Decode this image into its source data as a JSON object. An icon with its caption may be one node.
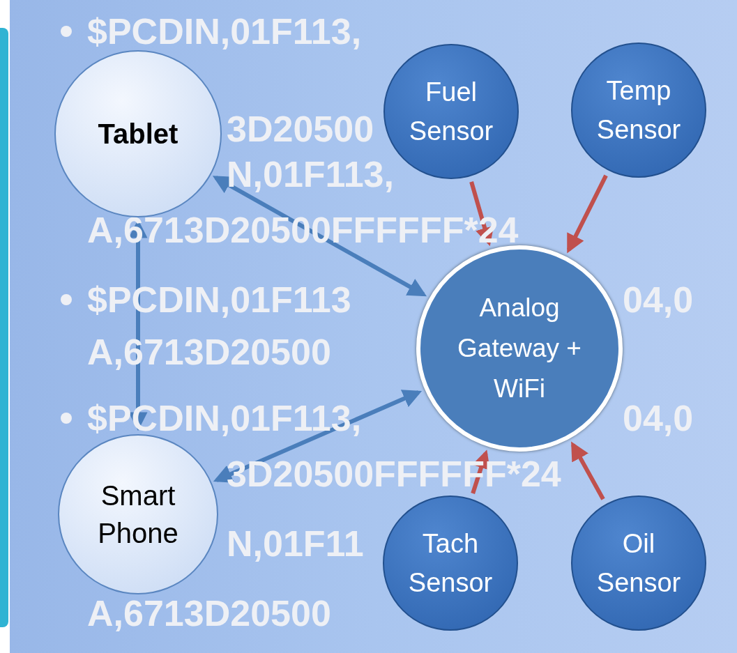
{
  "diagram": {
    "nodes": [
      {
        "text": [
          "Tablet"
        ]
      },
      {
        "text": [
          "Smart Phone"
        ]
      },
      {
        "text": [
          "Fuel Sensor"
        ]
      },
      {
        "text": [
          "Temp Sensor"
        ]
      },
      {
        "text": [
          "Analog Gateway + WiFi"
        ]
      },
      {
        "text": [
          "Tach Sensor"
        ]
      },
      {
        "text": [
          "Oil Sensor"
        ]
      }
    ],
    "edges": [
      {
        "from": 0,
        "to": 4,
        "arrow": "both",
        "color": "#4a7ebb"
      },
      {
        "from": 0,
        "to": 1,
        "arrow": "both",
        "color": "#4a7ebb"
      },
      {
        "from": 1,
        "to": 4,
        "arrow": "both",
        "color": "#4a7ebb"
      },
      {
        "from": 2,
        "to": 4,
        "arrow": "to",
        "color": "#c0504d"
      },
      {
        "from": 3,
        "to": 4,
        "arrow": "to",
        "color": "#c0504d"
      },
      {
        "from": 5,
        "to": 4,
        "arrow": "to",
        "color": "#c0504d"
      },
      {
        "from": 6,
        "to": 4,
        "arrow": "to",
        "color": "#c0504d"
      }
    ],
    "labels": [
      "$PCDIN,01F113,",
      "3D20500",
      "N,01F113,",
      "A,6713D20500FFFFFF*24",
      "$PCDIN,01F113",
      "04,0",
      "A,6713D20500",
      "$PCDIN,01F113,",
      "04,0",
      "3D20500FFFFFF*24",
      "N,01F11",
      "A,6713D20500"
    ]
  }
}
